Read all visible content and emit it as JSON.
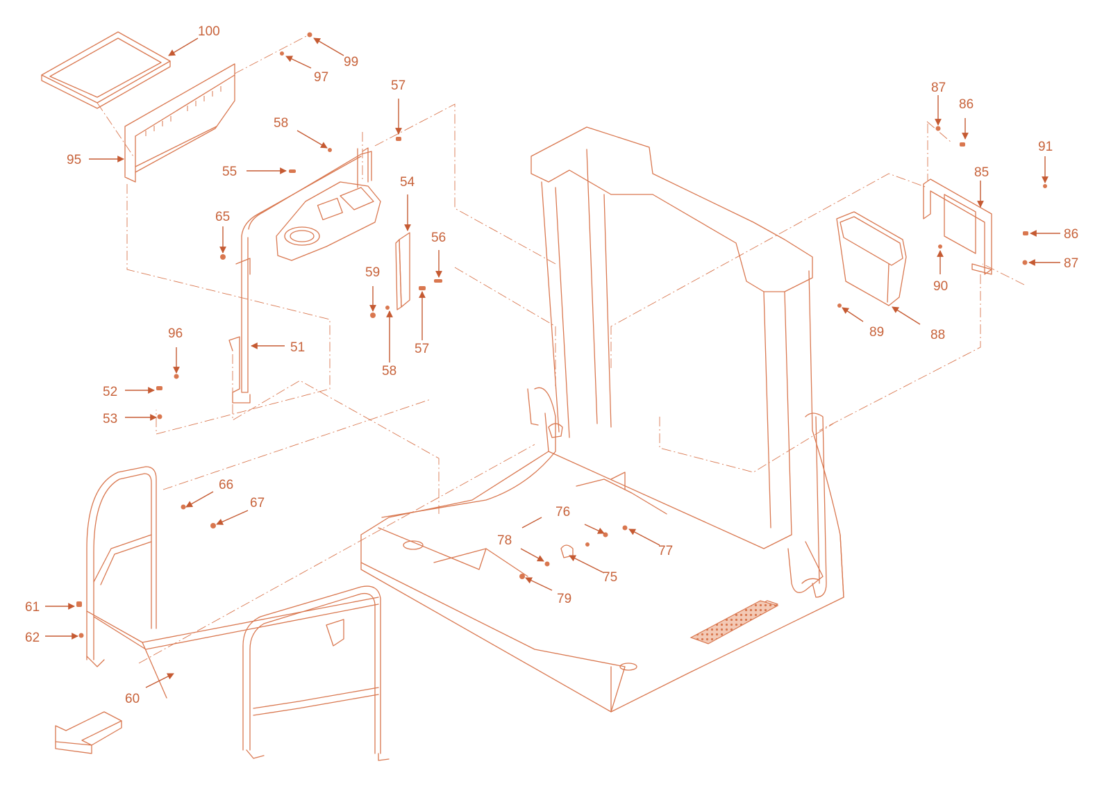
{
  "diagram": {
    "callouts": [
      {
        "id": "100",
        "label": "100"
      },
      {
        "id": "99",
        "label": "99"
      },
      {
        "id": "97",
        "label": "97"
      },
      {
        "id": "95",
        "label": "95"
      },
      {
        "id": "58a",
        "label": "58"
      },
      {
        "id": "57a",
        "label": "57"
      },
      {
        "id": "55",
        "label": "55"
      },
      {
        "id": "65",
        "label": "65"
      },
      {
        "id": "54",
        "label": "54"
      },
      {
        "id": "56",
        "label": "56"
      },
      {
        "id": "59",
        "label": "59"
      },
      {
        "id": "58b",
        "label": "58"
      },
      {
        "id": "57b",
        "label": "57"
      },
      {
        "id": "96",
        "label": "96"
      },
      {
        "id": "51",
        "label": "51"
      },
      {
        "id": "52",
        "label": "52"
      },
      {
        "id": "53",
        "label": "53"
      },
      {
        "id": "66",
        "label": "66"
      },
      {
        "id": "67",
        "label": "67"
      },
      {
        "id": "76",
        "label": "76"
      },
      {
        "id": "78",
        "label": "78"
      },
      {
        "id": "77",
        "label": "77"
      },
      {
        "id": "75",
        "label": "75"
      },
      {
        "id": "79",
        "label": "79"
      },
      {
        "id": "61",
        "label": "61"
      },
      {
        "id": "62",
        "label": "62"
      },
      {
        "id": "60",
        "label": "60"
      },
      {
        "id": "87a",
        "label": "87"
      },
      {
        "id": "86a",
        "label": "86"
      },
      {
        "id": "91",
        "label": "91"
      },
      {
        "id": "85",
        "label": "85"
      },
      {
        "id": "86b",
        "label": "86"
      },
      {
        "id": "87b",
        "label": "87"
      },
      {
        "id": "90",
        "label": "90"
      },
      {
        "id": "89",
        "label": "89"
      },
      {
        "id": "88",
        "label": "88"
      }
    ],
    "colors": {
      "line": "#d9774f",
      "label": "#c7623a",
      "background": "#ffffff"
    },
    "icons": {
      "direction_arrow": "front-direction-arrow-icon"
    }
  }
}
